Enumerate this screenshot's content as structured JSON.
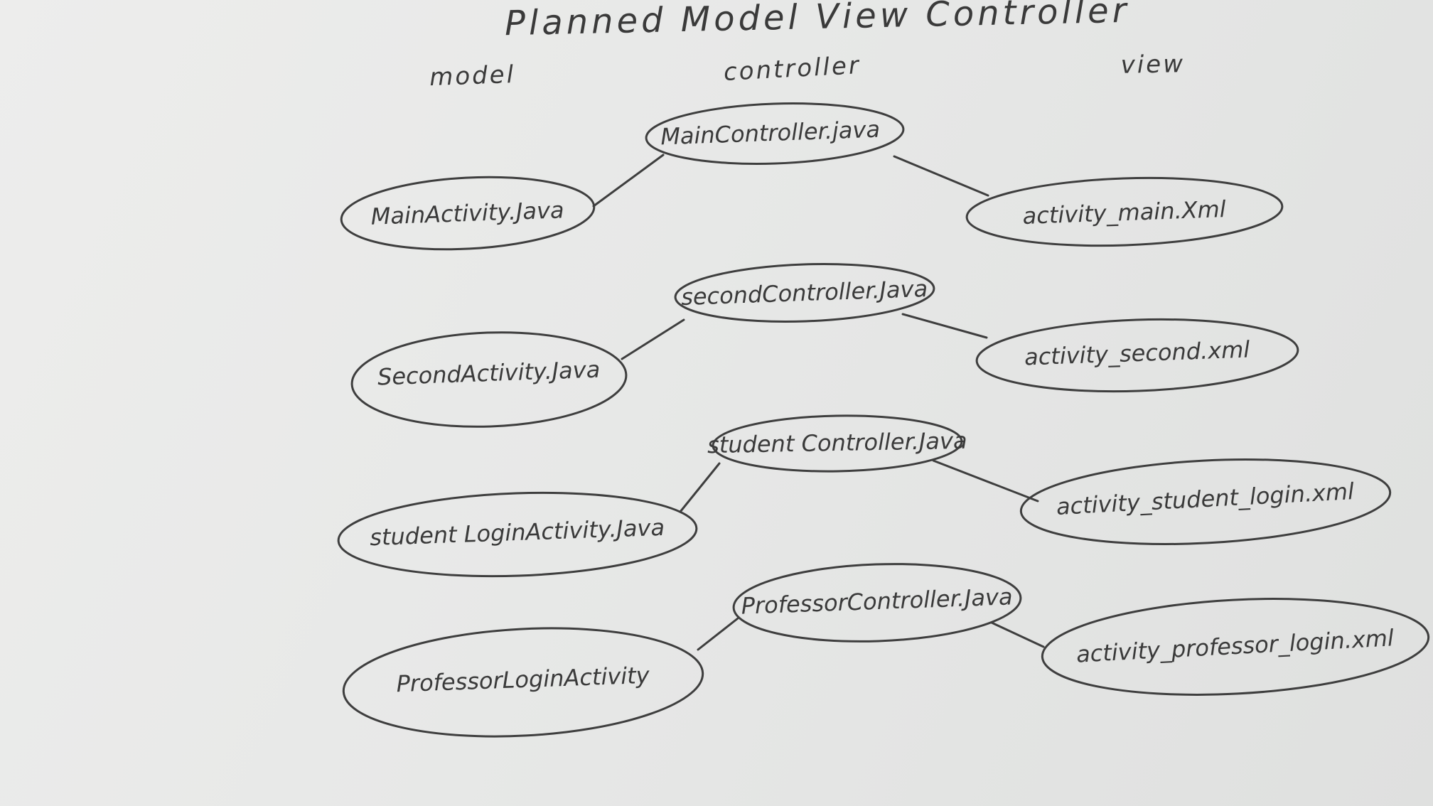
{
  "title": "Planned Model View Controller",
  "column_headers": {
    "model": "model",
    "controller": "controller",
    "view": "view"
  },
  "rows": [
    {
      "controller": "MainController.java",
      "model": "MainActivity.Java",
      "view": "activity_main.Xml"
    },
    {
      "controller": "secondController.Java",
      "model": "SecondActivity.Java",
      "view": "activity_second.xml"
    },
    {
      "controller": "student Controller.Java",
      "model": "student LoginActivity.Java",
      "view": "activity_student_login.xml"
    },
    {
      "controller": "ProfessorController.Java",
      "model": "ProfessorLoginActivity",
      "view": "activity_professor_login.xml"
    }
  ]
}
